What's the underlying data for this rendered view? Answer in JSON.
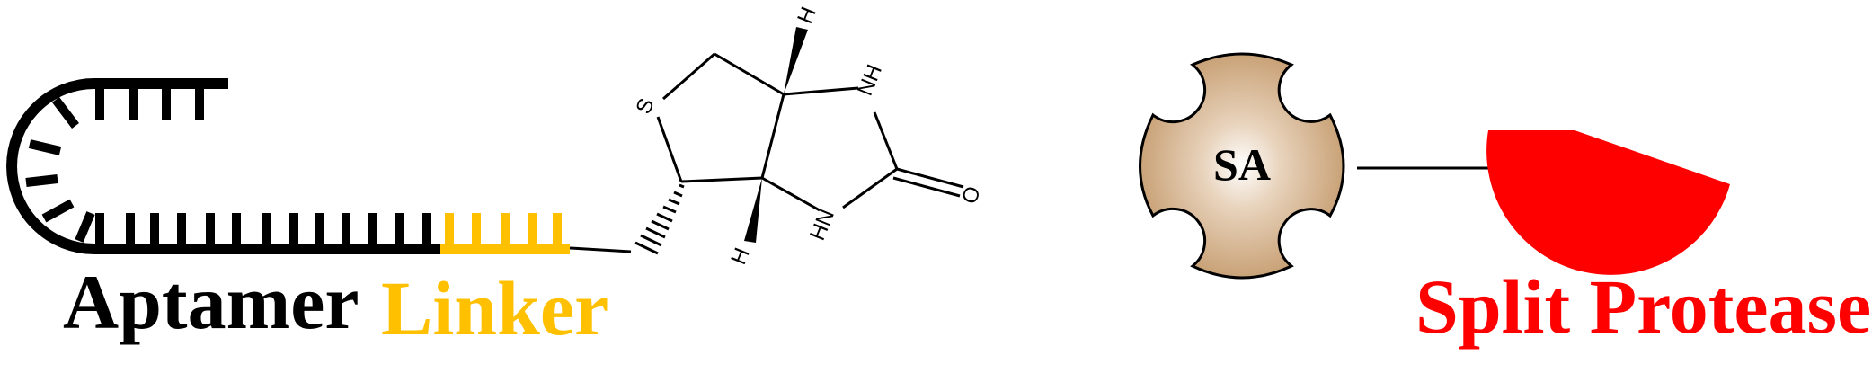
{
  "labels": {
    "aptamer": "Aptamer",
    "linker": "Linker",
    "streptavidin": "SA",
    "split_protease": "Split Protease"
  },
  "atoms": {
    "sulfur": "S",
    "nh_top": "NH",
    "nh_bottom": "HN",
    "oxygen": "O",
    "h_top": "H",
    "h_bottom": "H"
  },
  "colors": {
    "aptamer": "#000000",
    "linker": "#FFC000",
    "protease": "#FF0000",
    "streptavidin_fill": "#C49A6C",
    "streptavidin_highlight": "#FFFFFF",
    "bond": "#000000"
  }
}
